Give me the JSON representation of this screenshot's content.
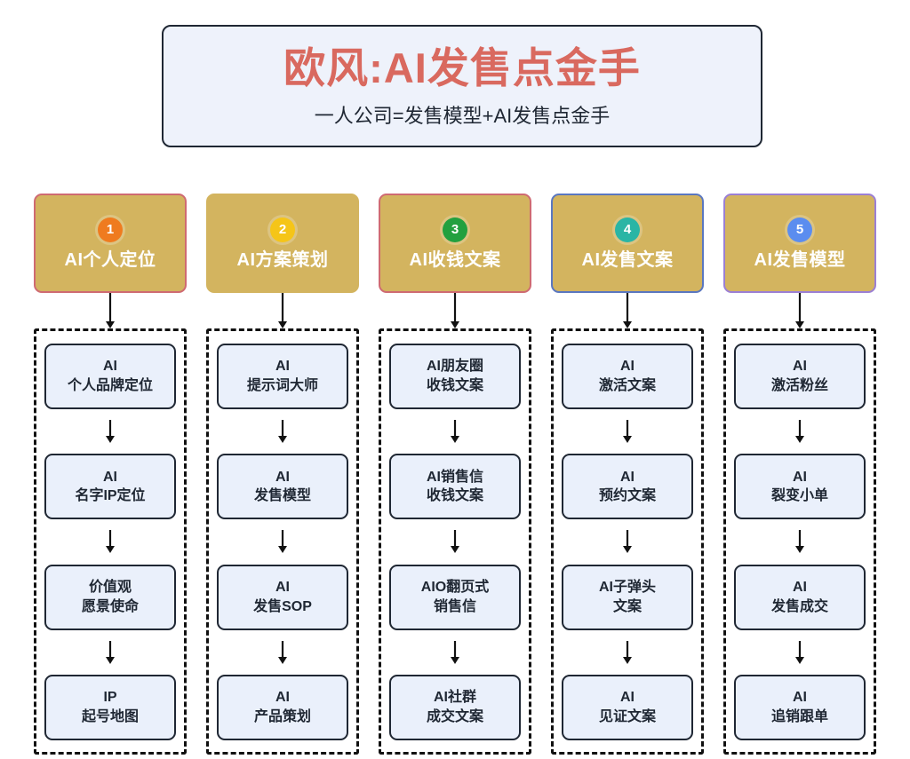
{
  "banner": {
    "title": "欧风:AI发售点金手",
    "subtitle": "一人公司=发售模型+AI发售点金手",
    "title_color": "#d9695f",
    "background": "#eef2fb",
    "border_color": "#1f2733"
  },
  "theme": {
    "header_card_fill": "#d3b45f",
    "item_fill": "#eaf0fb",
    "item_border": "#1f2733",
    "group_border": "#111111"
  },
  "columns": [
    {
      "number": "1",
      "label": "AI个人定位",
      "badge_color": "#ef7b1f",
      "card_border_color": "#cf6a72",
      "items": [
        {
          "line1": "AI",
          "line2": "个人品牌定位"
        },
        {
          "line1": "AI",
          "line2": "名字IP定位"
        },
        {
          "line1": "价值观",
          "line2": "愿景使命"
        },
        {
          "line1": "IP",
          "line2": "起号地图"
        }
      ]
    },
    {
      "number": "2",
      "label": "AI方案策划",
      "badge_color": "#f5c518",
      "card_border_color": "#d3b45f",
      "items": [
        {
          "line1": "AI",
          "line2": "提示词大师"
        },
        {
          "line1": "AI",
          "line2": "发售模型"
        },
        {
          "line1": "AI",
          "line2": "发售SOP"
        },
        {
          "line1": "AI",
          "line2": "产品策划"
        }
      ]
    },
    {
      "number": "3",
      "label": "AI收钱文案",
      "badge_color": "#22a03f",
      "card_border_color": "#cf6a72",
      "items": [
        {
          "line1": "AI朋友圈",
          "line2": "收钱文案"
        },
        {
          "line1": "AI销售信",
          "line2": "收钱文案"
        },
        {
          "line1": "AIO翻页式",
          "line2": "销售信"
        },
        {
          "line1": "AI社群",
          "line2": "成交文案"
        }
      ]
    },
    {
      "number": "4",
      "label": "AI发售文案",
      "badge_color": "#2ab5a5",
      "card_border_color": "#5a77c0",
      "items": [
        {
          "line1": "AI",
          "line2": "激活文案"
        },
        {
          "line1": "AI",
          "line2": "预约文案"
        },
        {
          "line1": "AI子弹头",
          "line2": "文案"
        },
        {
          "line1": "AI",
          "line2": "见证文案"
        }
      ]
    },
    {
      "number": "5",
      "label": "AI发售模型",
      "badge_color": "#5b8def",
      "card_border_color": "#9b7fd4",
      "items": [
        {
          "line1": "AI",
          "line2": "激活粉丝"
        },
        {
          "line1": "AI",
          "line2": "裂变小单"
        },
        {
          "line1": "AI",
          "line2": "发售成交"
        },
        {
          "line1": "AI",
          "line2": "追销跟单"
        }
      ]
    }
  ]
}
